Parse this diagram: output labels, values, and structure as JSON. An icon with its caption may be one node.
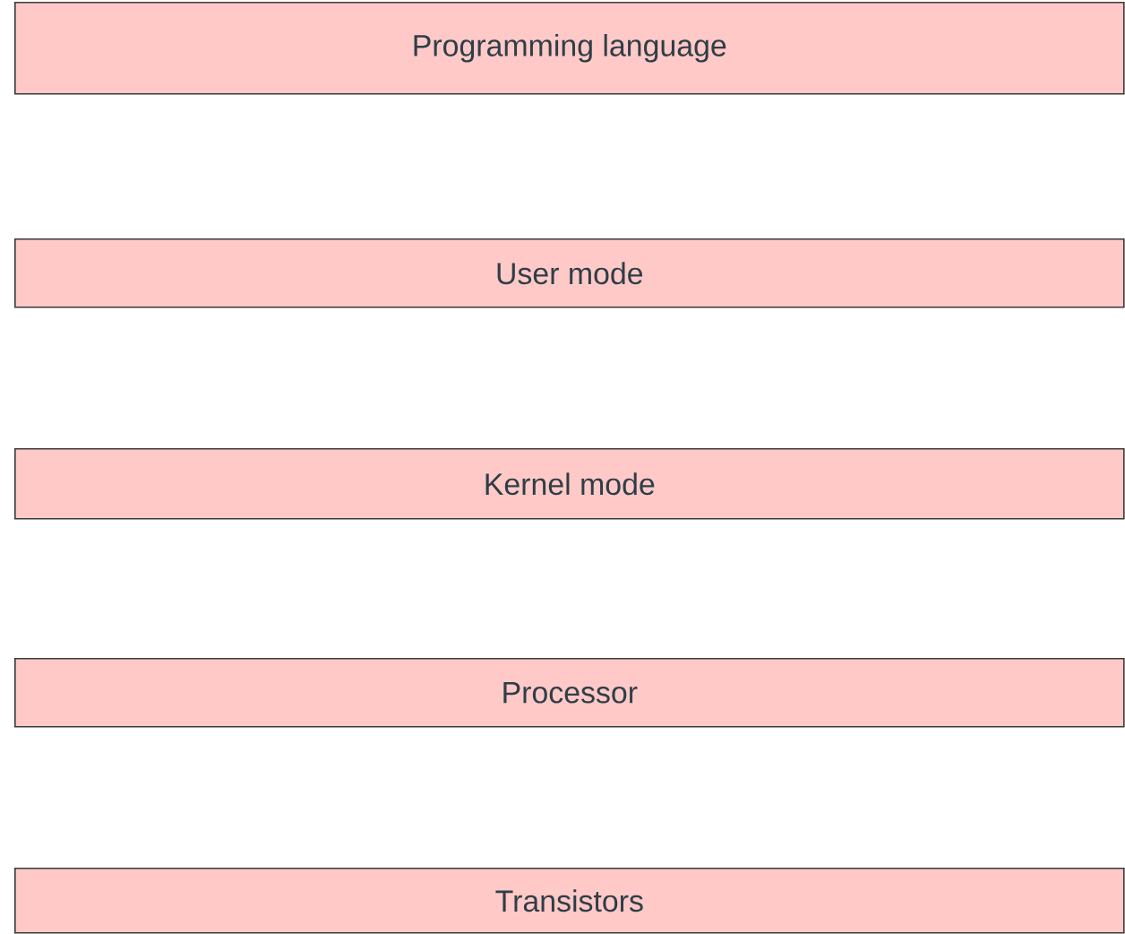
{
  "diagram": {
    "nodes": [
      {
        "text": [
          "Programming language"
        ]
      },
      {
        "text": [
          "User mode"
        ]
      },
      {
        "text": [
          "Kernel mode"
        ]
      },
      {
        "text": [
          "Processor"
        ]
      },
      {
        "text": [
          "Transistors"
        ]
      }
    ]
  }
}
